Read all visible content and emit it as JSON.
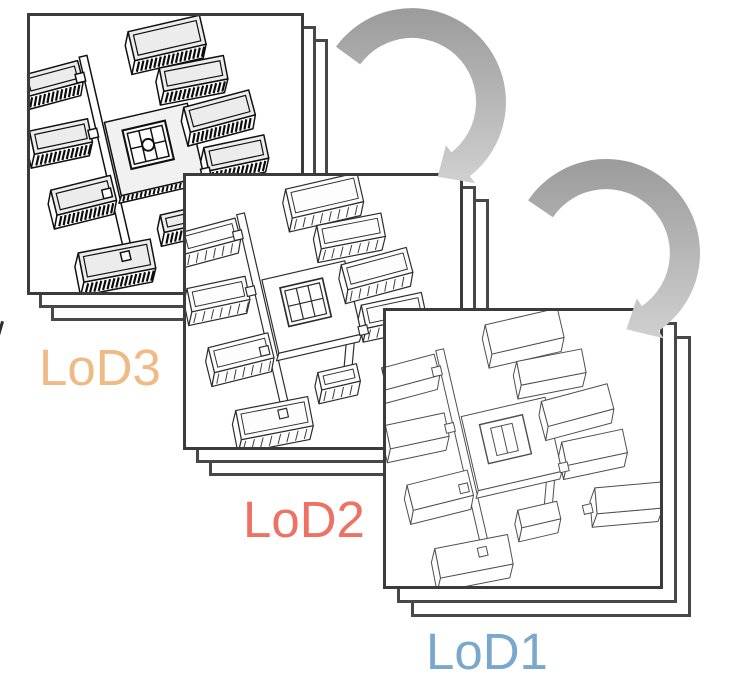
{
  "cards": [
    {
      "id": "lod3",
      "label": "LoD3",
      "label_color": "#f0ba84",
      "detail_level": 3,
      "page_count": 3,
      "drawing": "building-complex-detailed"
    },
    {
      "id": "lod2",
      "label": "LoD2",
      "label_color": "#ee7164",
      "detail_level": 2,
      "page_count": 3,
      "drawing": "building-complex-medium"
    },
    {
      "id": "lod1",
      "label": "LoD1",
      "label_color": "#7aa7cd",
      "detail_level": 1,
      "page_count": 3,
      "drawing": "building-complex-simple"
    }
  ],
  "arrows": [
    {
      "id": "arrow-1",
      "name": "lod3-to-lod2-arrow",
      "color_start": "#9b9b9b",
      "color_end": "#d0d0d0"
    },
    {
      "id": "arrow-2",
      "name": "lod2-to-lod1-arrow",
      "color_start": "#9b9b9b",
      "color_end": "#d0d0d0"
    }
  ],
  "card_style": {
    "border_color": "#3b3b3b",
    "back_border_color": "#484848",
    "background": "#ffffff"
  }
}
